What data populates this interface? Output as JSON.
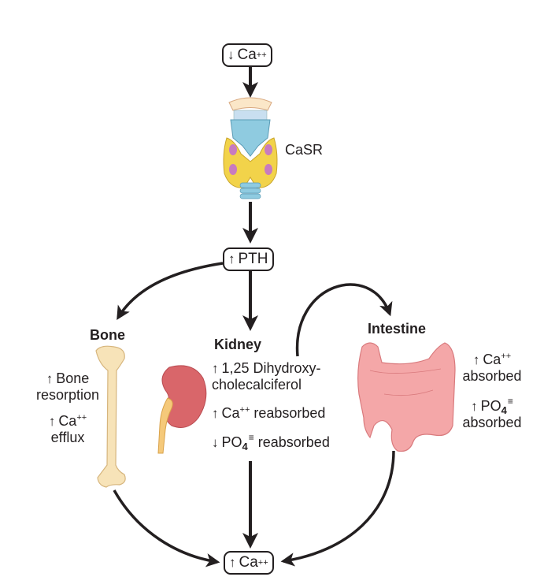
{
  "nodes": {
    "top_box": {
      "arrow": "↓",
      "text": "Ca",
      "sup": "++"
    },
    "thyroid_label": "CaSR",
    "pth_box": {
      "arrow": "↑",
      "text": "PTH"
    },
    "bottom_box": {
      "arrow": "↑",
      "text": "Ca",
      "sup": "++"
    }
  },
  "bone": {
    "title": "Bone",
    "effects": [
      {
        "arrow": "↑",
        "line1": "Bone",
        "line2": "resorption"
      },
      {
        "arrow": "↑",
        "line1": "Ca",
        "sup": "++",
        "line2": "efflux"
      }
    ]
  },
  "kidney": {
    "title": "Kidney",
    "effects": [
      {
        "arrow": "↑",
        "line1": "1,25 Dihydroxy-",
        "line2": "cholecalciferol"
      },
      {
        "arrow": "↑",
        "text": "Ca",
        "sup": "++",
        "suffix": " reabsorbed"
      },
      {
        "arrow": "↓",
        "text": "PO",
        "sub": "4",
        "charge": "≡",
        "suffix": " reabsorbed"
      }
    ]
  },
  "intestine": {
    "title": "Intestine",
    "effects": [
      {
        "arrow": "↑",
        "line1": "Ca",
        "sup": "++",
        "line2": "absorbed"
      },
      {
        "arrow": "↑",
        "line1": "PO",
        "sub": "4",
        "charge": "≡",
        "line2": "absorbed"
      }
    ]
  },
  "colors": {
    "line": "#231f20",
    "thyroid_gland": "#f2d34a",
    "thyroid_cartilage": "#8fcbe0",
    "parathyroid": "#c87bbf",
    "bone": "#f7e3b8",
    "kidney": "#d9666a",
    "ureter": "#f5c97a",
    "intestine": "#f4a7a8"
  }
}
